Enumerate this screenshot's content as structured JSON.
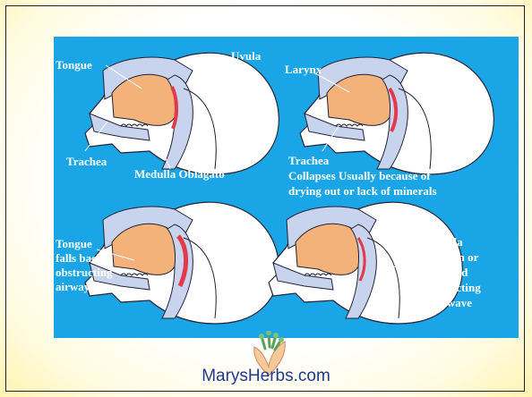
{
  "labels": {
    "tongue_1": "Tongue",
    "uvula_1": "Uvula",
    "trachea_1": "Trachea",
    "medulla": "Medulla Oblagato",
    "larynx": "Larynx",
    "trachea_2": "Trachea",
    "collapses_1": "Collapses Usually because of",
    "collapses_2": "drying out or lack of minerals",
    "tongue_falls_1": "Tongue",
    "tongue_falls_2": "falls back",
    "tongue_falls_3": "obstructing",
    "tongue_falls_4": "airway",
    "uvula_2": "Uvula",
    "swollen_1": "Swollen or",
    "swollen_2": "Laxed",
    "swollen_3": "obstructing",
    "swollen_4": "airwave"
  },
  "footer": {
    "site": "MarysHerbs.com"
  },
  "colors": {
    "diagram_bg": "#1aa6e6",
    "tissue": "#f2b27a",
    "airway": "#c8d4ee",
    "head_fill": "#ffffff",
    "footer_text": "#1f3a8c"
  }
}
